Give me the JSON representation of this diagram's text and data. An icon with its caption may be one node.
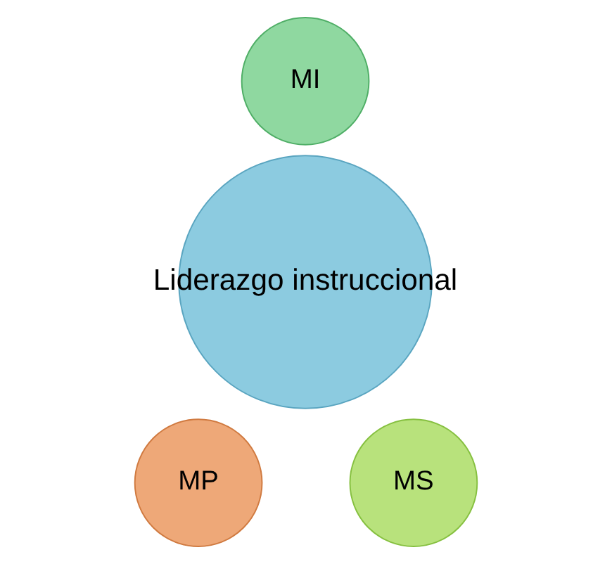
{
  "diagram": {
    "nodes": [
      {
        "text": [
          "MI"
        ]
      },
      {
        "text": [
          "Liderazgo instruccional"
        ]
      },
      {
        "text": [
          "MP"
        ]
      },
      {
        "text": [
          "MS"
        ]
      }
    ]
  }
}
